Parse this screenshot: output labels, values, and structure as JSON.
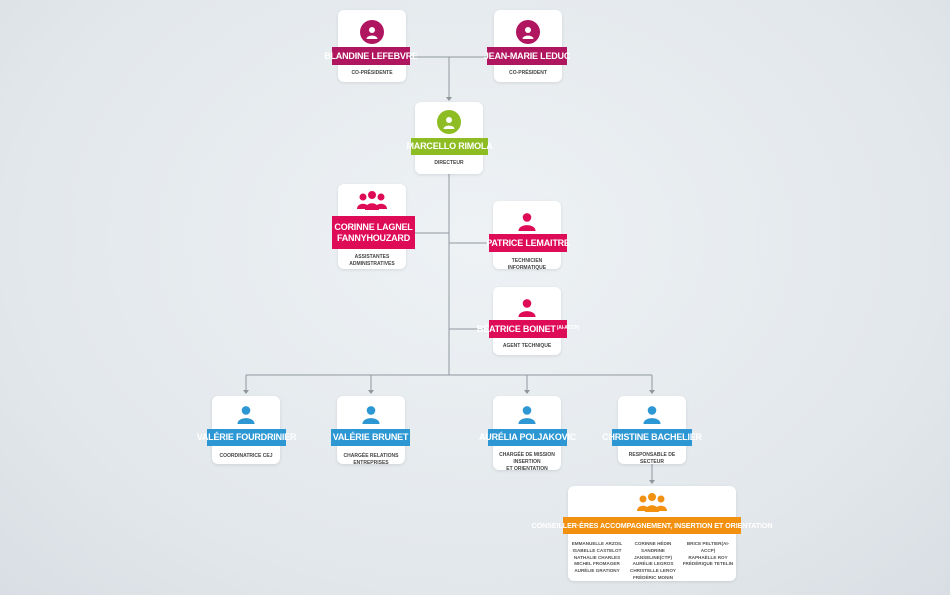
{
  "colors": {
    "magenta": "#b0155f",
    "red": "#de0b56",
    "green": "#8dbd22",
    "blue": "#2c97d3",
    "orange": "#f29110"
  },
  "co_presidents": [
    {
      "name": "BLANDINE LEFEBVRE",
      "role": "CO-PRÉSIDENTE",
      "icon": "person-icon"
    },
    {
      "name": "JEAN-MARIE LEDUC",
      "role": "CO-PRÉSIDENT",
      "icon": "person-icon"
    }
  ],
  "director": {
    "name": "MARCELLO RIMOLA",
    "role": "DIRECTEUR",
    "icon": "person-icon"
  },
  "assistants": {
    "name_line1": "CORINNE LAGNEL",
    "name_line2": "FANNYHOUZARD",
    "role": "ASSISTANTES ADMINISTRATIVES",
    "icon": "group-icon"
  },
  "it_tech": {
    "name": "PATRICE LEMAITRE",
    "role": "TECHNICIEN INFORMATIQUE",
    "icon": "person-icon"
  },
  "agent": {
    "name": "BÉATRICE BOINET",
    "name_suffix": "(AI-ACCP)",
    "role": "AGENT TECHNIQUE",
    "icon": "person-icon"
  },
  "staff": [
    {
      "name": "VALÉRIE FOURDRINIER",
      "role": "COORDINATRICE CEJ",
      "icon": "person-icon"
    },
    {
      "name": "VALÉRIE BRUNET",
      "role": "CHARGÉE RELATIONS ENTREPRISES",
      "icon": "person-icon"
    },
    {
      "name": "AURÉLIA POLJAKOVIC",
      "role_line1": "CHARGÉE DE MISSION INSERTION",
      "role_line2": "ET ORIENTATION",
      "icon": "person-icon"
    },
    {
      "name": "CHRISTINE BACHELIER",
      "role": "RESPONSABLE DE SECTEUR",
      "icon": "person-icon"
    }
  ],
  "team": {
    "title": "CONSEILLER·ÈRES ACCOMPAGNEMENT, INSERTION ET ORIENTATION",
    "icon": "group-icon",
    "col1": [
      "EMMANUELLE ARZOIL",
      "ISABELLE CASTELOT",
      "NATHALIE CHARLES",
      "MICHEL FROMAGER",
      "AURÉLIE GRATIONY"
    ],
    "col2": [
      "CORINNE HÉDIN",
      "SANDRINE JANSELINE(CTP)",
      "AURÉLIE LEGROS",
      "CHRISTELLE LEROY",
      "FRÉDÉRIC MONIN"
    ],
    "col3": [
      "BRICE PELTIER(AI-ACCP)",
      "RAPHAËLLE ROY",
      "FRÉDÉRIQUE TETELIN"
    ]
  }
}
